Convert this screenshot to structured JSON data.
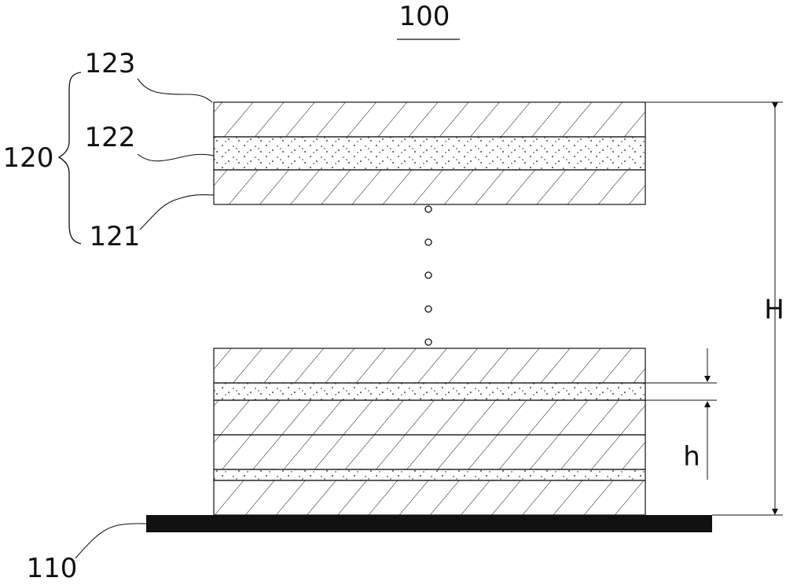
{
  "figure": {
    "title": "100",
    "labels": {
      "substrate": "110",
      "group": "120",
      "layer_bottom": "121",
      "layer_middle": "122",
      "layer_top": "123",
      "total_height": "H",
      "unit_height": "h"
    },
    "ellipsis_dots": 5
  }
}
